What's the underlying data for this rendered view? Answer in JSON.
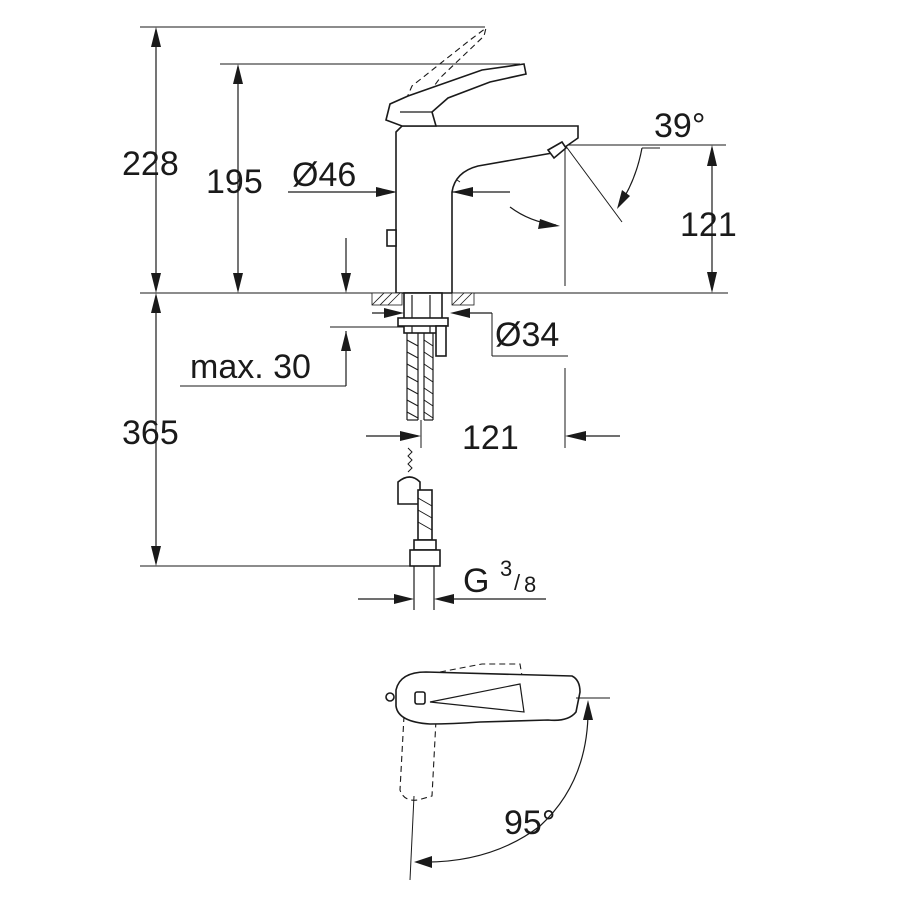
{
  "dimensions": {
    "total_height": "228",
    "lever_height": "195",
    "body_diameter": "Ø46",
    "spout_angle": "39°",
    "spout_height": "121",
    "hole_diameter": "Ø34",
    "max_deck_thickness": "max. 30",
    "below_deck_length": "365",
    "spout_reach": "121",
    "connection_thread_base": "G",
    "connection_thread_num": "3",
    "connection_thread_den": "8",
    "lever_rotation": "95°"
  }
}
